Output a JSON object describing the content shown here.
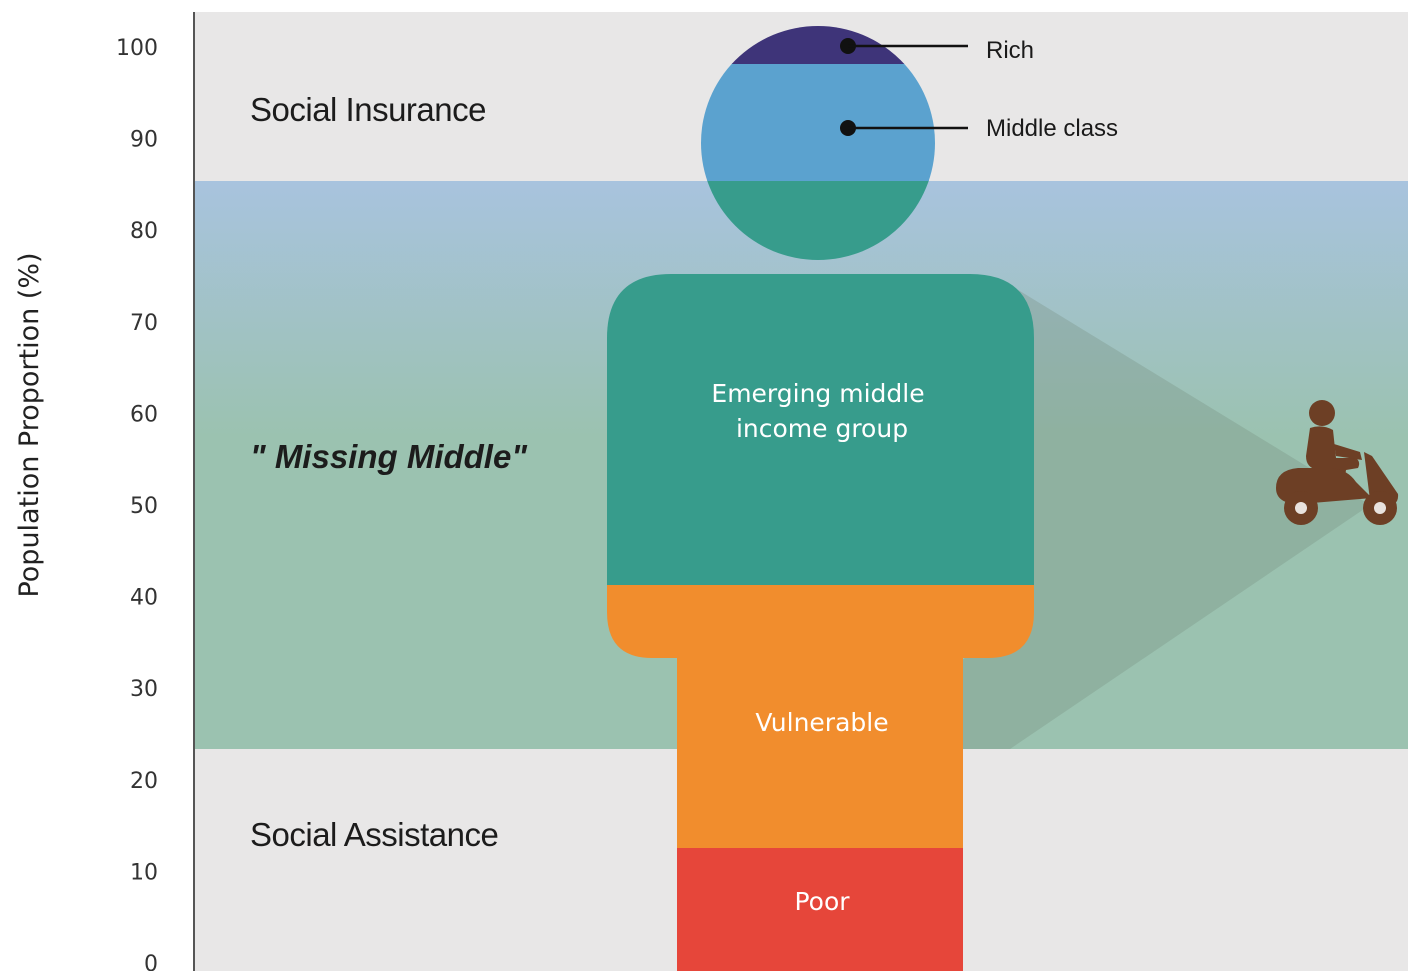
{
  "chart_data": {
    "type": "area",
    "ylabel": "Population Proportion (%)",
    "ylim": [
      0,
      100
    ],
    "yticks": [
      "0",
      "10",
      "20",
      "30",
      "40",
      "50",
      "60",
      "70",
      "80",
      "90",
      "100"
    ],
    "bands": [
      {
        "name": "Social Assistance",
        "from": 0,
        "to": 23
      },
      {
        "name": "\" Missing Middle\"",
        "from": 23,
        "to": 85
      },
      {
        "name": "Social Insurance",
        "from": 85,
        "to": 100
      }
    ],
    "segments": [
      {
        "name": "Poor",
        "from": 0,
        "to": 13
      },
      {
        "name": "Vulnerable",
        "from": 13,
        "to": 42
      },
      {
        "name": "Emerging middle income group",
        "from": 42,
        "to": 85
      },
      {
        "name": "Middle class",
        "from": 85,
        "to": 96
      },
      {
        "name": "Rich",
        "from": 96,
        "to": 100
      }
    ],
    "colors": {
      "social_assistance_band": "#e8e7e7",
      "missing_middle_band_top": "#a8c3de",
      "missing_middle_band_bottom": "#9bc2b0",
      "social_insurance_band": "#e8e7e7",
      "poor": "#e6463a",
      "vulnerable": "#f18d2d",
      "emerging_middle": "#379c8c",
      "middle_class": "#5ba2cf",
      "rich": "#3e3479",
      "scooter_icon": "#6d3f25"
    },
    "icon": "scooter-rider-icon"
  }
}
